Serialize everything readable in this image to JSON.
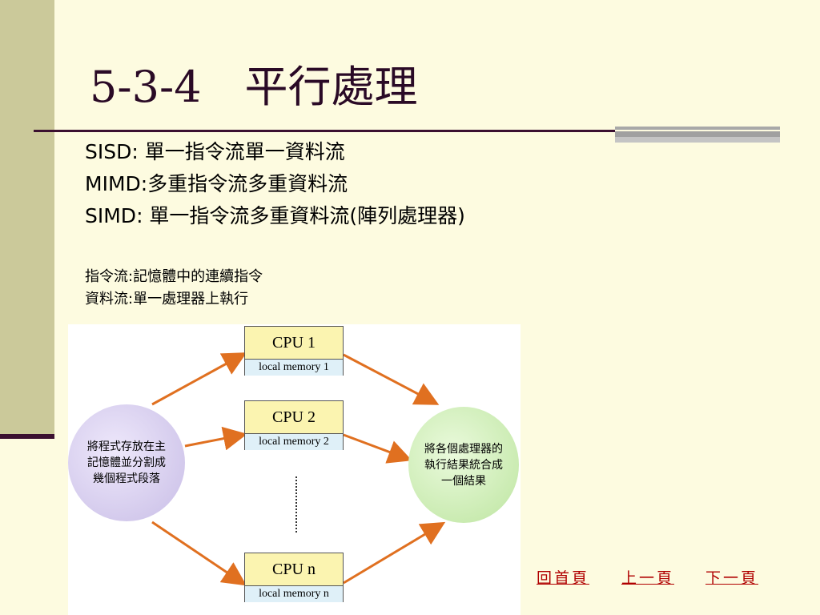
{
  "title": "5-3-4　平行處理",
  "bullets": [
    "SISD: 單一指令流單一資料流",
    "MIMD:多重指令流多重資料流",
    "SIMD: 單一指令流多重資料流(陣列處理器)"
  ],
  "notes": [
    "指令流:記憶體中的連續指令",
    "資料流:單一處理器上執行"
  ],
  "diagram": {
    "left_circle": [
      "將程式存放在主",
      "記憶體並分割成",
      "幾個程式段落"
    ],
    "right_circle": [
      "將各個處理器的",
      "執行結果統合成",
      "一個結果"
    ],
    "cpus": [
      {
        "cpu": "CPU 1",
        "memory": "local memory 1"
      },
      {
        "cpu": "CPU 2",
        "memory": "local memory 2"
      },
      {
        "cpu": "CPU n",
        "memory": "local memory n"
      }
    ],
    "arrow_color": "#e07020"
  },
  "nav": {
    "home": "回首頁",
    "prev": "上一頁",
    "next": "下一頁",
    "color": "#b00000"
  }
}
